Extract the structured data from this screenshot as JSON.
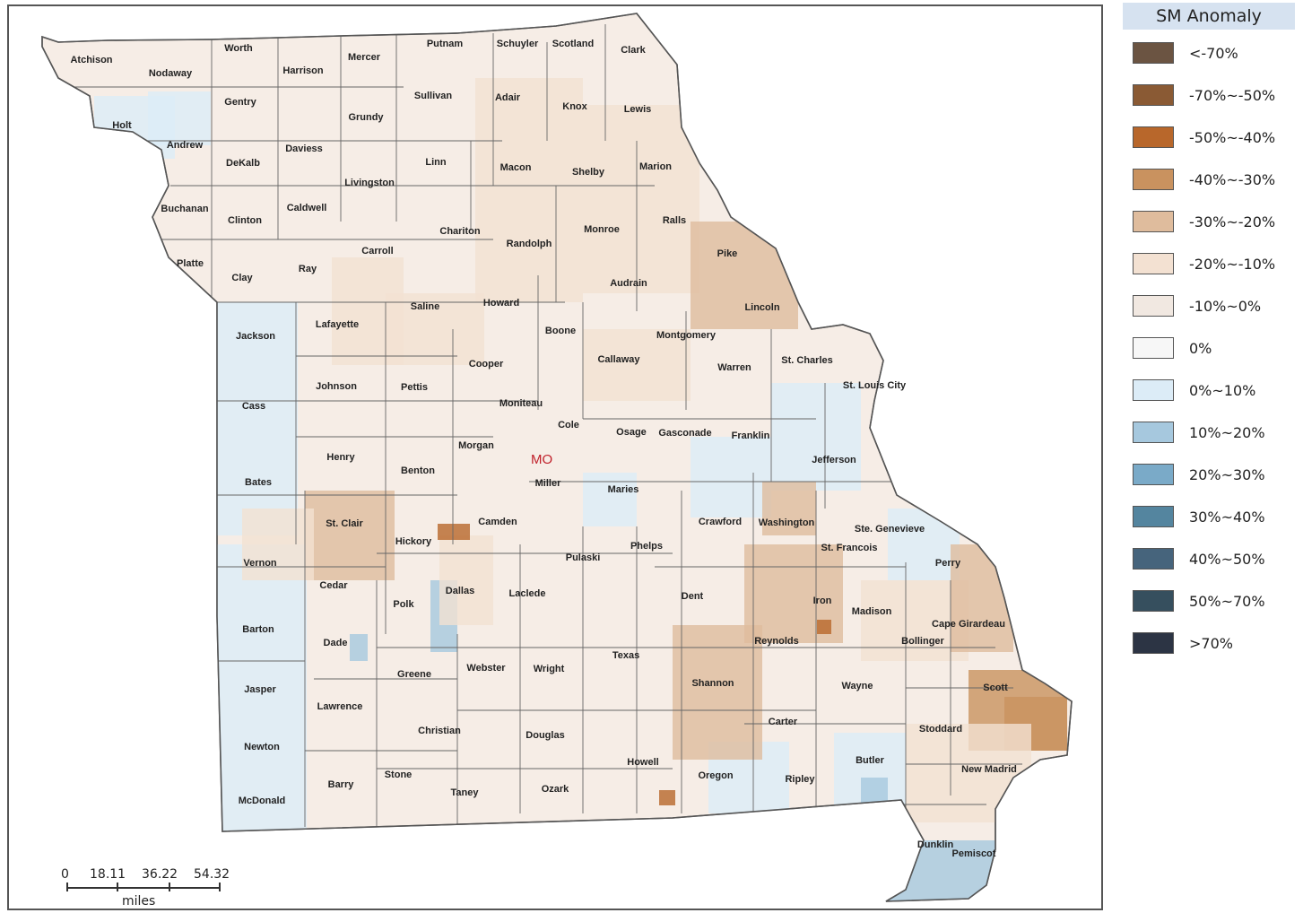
{
  "map": {
    "state_label": "MO",
    "counties": [
      {
        "name": "Atchison"
      },
      {
        "name": "Nodaway"
      },
      {
        "name": "Worth"
      },
      {
        "name": "Harrison"
      },
      {
        "name": "Mercer"
      },
      {
        "name": "Putnam"
      },
      {
        "name": "Schuyler"
      },
      {
        "name": "Scotland"
      },
      {
        "name": "Clark"
      },
      {
        "name": "Holt"
      },
      {
        "name": "Andrew"
      },
      {
        "name": "Gentry"
      },
      {
        "name": "Grundy"
      },
      {
        "name": "Sullivan"
      },
      {
        "name": "Adair"
      },
      {
        "name": "Knox"
      },
      {
        "name": "Lewis"
      },
      {
        "name": "DeKalb"
      },
      {
        "name": "Daviess"
      },
      {
        "name": "Buchanan"
      },
      {
        "name": "Livingston"
      },
      {
        "name": "Linn"
      },
      {
        "name": "Macon"
      },
      {
        "name": "Shelby"
      },
      {
        "name": "Marion"
      },
      {
        "name": "Clinton"
      },
      {
        "name": "Caldwell"
      },
      {
        "name": "Platte"
      },
      {
        "name": "Chariton"
      },
      {
        "name": "Randolph"
      },
      {
        "name": "Monroe"
      },
      {
        "name": "Ralls"
      },
      {
        "name": "Carroll"
      },
      {
        "name": "Clay"
      },
      {
        "name": "Ray"
      },
      {
        "name": "Pike"
      },
      {
        "name": "Audrain"
      },
      {
        "name": "Saline"
      },
      {
        "name": "Howard"
      },
      {
        "name": "Lincoln"
      },
      {
        "name": "Lafayette"
      },
      {
        "name": "Boone"
      },
      {
        "name": "Jackson"
      },
      {
        "name": "Montgomery"
      },
      {
        "name": "Callaway"
      },
      {
        "name": "St. Charles"
      },
      {
        "name": "Cooper"
      },
      {
        "name": "Warren"
      },
      {
        "name": "Johnson"
      },
      {
        "name": "Pettis"
      },
      {
        "name": "St. Louis City"
      },
      {
        "name": "Cass"
      },
      {
        "name": "Moniteau"
      },
      {
        "name": "Cole"
      },
      {
        "name": "Osage"
      },
      {
        "name": "Gasconade"
      },
      {
        "name": "Franklin"
      },
      {
        "name": "Morgan"
      },
      {
        "name": "Henry"
      },
      {
        "name": "Jefferson"
      },
      {
        "name": "Benton"
      },
      {
        "name": "Bates"
      },
      {
        "name": "Miller"
      },
      {
        "name": "Maries"
      },
      {
        "name": "Camden"
      },
      {
        "name": "Crawford"
      },
      {
        "name": "Washington"
      },
      {
        "name": "St. Clair"
      },
      {
        "name": "Ste. Genevieve"
      },
      {
        "name": "Hickory"
      },
      {
        "name": "St. Francois"
      },
      {
        "name": "Phelps"
      },
      {
        "name": "Vernon"
      },
      {
        "name": "Pulaski"
      },
      {
        "name": "Perry"
      },
      {
        "name": "Cedar"
      },
      {
        "name": "Dallas"
      },
      {
        "name": "Laclede"
      },
      {
        "name": "Dent"
      },
      {
        "name": "Iron"
      },
      {
        "name": "Polk"
      },
      {
        "name": "Madison"
      },
      {
        "name": "Cape Girardeau"
      },
      {
        "name": "Barton"
      },
      {
        "name": "Reynolds"
      },
      {
        "name": "Bollinger"
      },
      {
        "name": "Dade"
      },
      {
        "name": "Texas"
      },
      {
        "name": "Webster"
      },
      {
        "name": "Greene"
      },
      {
        "name": "Wright"
      },
      {
        "name": "Shannon"
      },
      {
        "name": "Wayne"
      },
      {
        "name": "Jasper"
      },
      {
        "name": "Scott"
      },
      {
        "name": "Lawrence"
      },
      {
        "name": "Carter"
      },
      {
        "name": "Christian"
      },
      {
        "name": "Douglas"
      },
      {
        "name": "Stoddard"
      },
      {
        "name": "Newton"
      },
      {
        "name": "Howell"
      },
      {
        "name": "Butler"
      },
      {
        "name": "Stone"
      },
      {
        "name": "Oregon"
      },
      {
        "name": "Ripley"
      },
      {
        "name": "New Madrid"
      },
      {
        "name": "Barry"
      },
      {
        "name": "Taney"
      },
      {
        "name": "Ozark"
      },
      {
        "name": "McDonald"
      },
      {
        "name": "Dunklin"
      },
      {
        "name": "Pemiscot"
      }
    ]
  },
  "scale_bar": {
    "ticks": [
      "0",
      "18.11",
      "36.22",
      "54.32"
    ],
    "unit": "miles"
  },
  "legend": {
    "title": "SM Anomaly",
    "items": [
      {
        "label": "<-70%",
        "color": "#6b5442"
      },
      {
        "label": "-70%~-50%",
        "color": "#8a5a34"
      },
      {
        "label": "-50%~-40%",
        "color": "#b8672b"
      },
      {
        "label": "-40%~-30%",
        "color": "#c9925f"
      },
      {
        "label": "-30%~-20%",
        "color": "#dfbc9d"
      },
      {
        "label": "-20%~-10%",
        "color": "#f3e1d2"
      },
      {
        "label": "-10%~0%",
        "color": "#f1e8e1"
      },
      {
        "label": "0%",
        "color": "#f7f7f7"
      },
      {
        "label": "0%~10%",
        "color": "#dcecf7"
      },
      {
        "label": "10%~20%",
        "color": "#a6c8de"
      },
      {
        "label": "20%~30%",
        "color": "#7aaac8"
      },
      {
        "label": "30%~40%",
        "color": "#54859f"
      },
      {
        "label": "40%~50%",
        "color": "#46647c"
      },
      {
        "label": "50%~70%",
        "color": "#364f5e"
      },
      {
        "label": ">70%",
        "color": "#2c3444"
      }
    ]
  }
}
